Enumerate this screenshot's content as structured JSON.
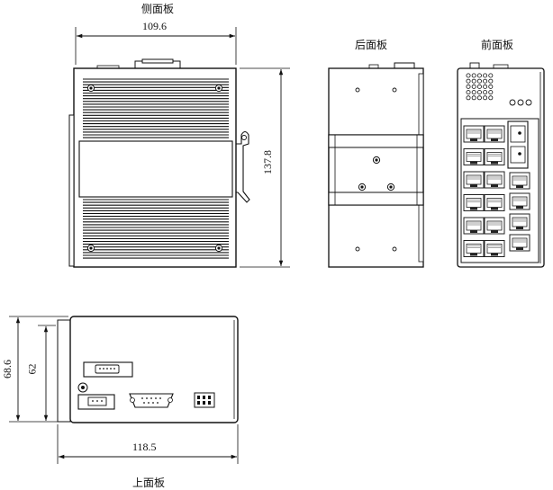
{
  "views": {
    "side": {
      "title": "侧面板",
      "width": "109.6",
      "height": "137.8"
    },
    "rear": {
      "title": "后面板"
    },
    "front": {
      "title": "前面板"
    },
    "top": {
      "title": "上面板",
      "width": "118.5",
      "depth_outer": "68.6",
      "depth_inner": "62"
    }
  }
}
